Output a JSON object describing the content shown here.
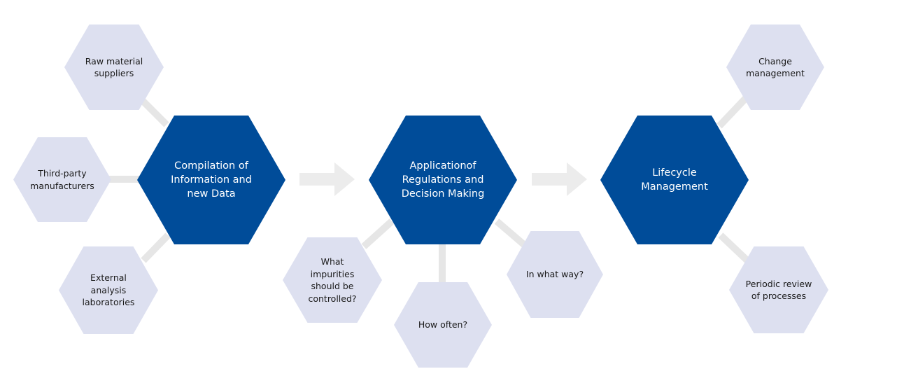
{
  "colors": {
    "main_fill": "#004C99",
    "satellite_fill": "#DDE0F0",
    "connector": "#E6E6E6",
    "arrow": "#ECECEC"
  },
  "stages": [
    {
      "label": "Compilation of\nInformation and\nnew Data",
      "inputs": [
        "Raw material\nsuppliers",
        "Third-party\nmanufacturers",
        "External\nanalysis\nlaboratories"
      ]
    },
    {
      "label": "Applicationof\nRegulations and\nDecision Making",
      "questions": [
        "What\nimpurities\nshould be\ncontrolled?",
        "How often?",
        "In what way?"
      ]
    },
    {
      "label": "Lifecycle\nManagement",
      "outputs": [
        "Change\nmanagement",
        "Periodic review\nof processes"
      ]
    }
  ]
}
